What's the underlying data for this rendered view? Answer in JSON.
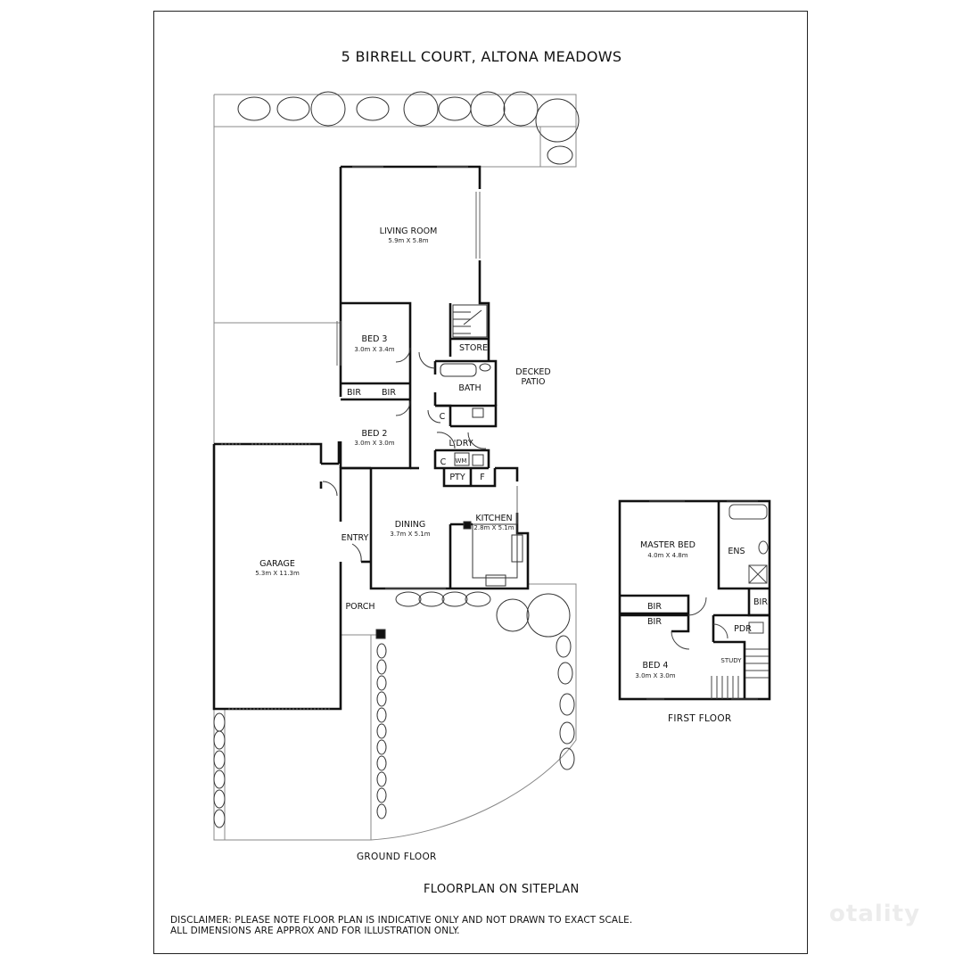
{
  "title": "5 BIRRELL COURT, ALTONA MEADOWS",
  "ground_floor": {
    "caption": "GROUND FLOOR",
    "rooms": {
      "living_room": {
        "name": "LIVING ROOM",
        "size": "5.9m X 5.8m"
      },
      "bed3": {
        "name": "BED 3",
        "size": "3.0m X 3.4m"
      },
      "bed2": {
        "name": "BED 2",
        "size": "3.0m X 3.0m"
      },
      "bir1": "BIR",
      "bir2": "BIR",
      "store": "STORE",
      "bath": "BATH",
      "decked_patio_1": "DECKED",
      "decked_patio_2": "PATIO",
      "c1": "C",
      "c2": "C",
      "laundry": "L'DRY",
      "wm": "WM",
      "pty": "PTY",
      "f": "F",
      "dining": {
        "name": "DINING",
        "size": "3.7m X 5.1m"
      },
      "kitchen": {
        "name": "KITCHEN",
        "size": "2.8m X 5.1m"
      },
      "entry": "ENTRY",
      "garage": {
        "name": "GARAGE",
        "size": "5.3m X 11.3m"
      },
      "porch": "PORCH"
    }
  },
  "first_floor": {
    "caption": "FIRST FLOOR",
    "rooms": {
      "master_bed": {
        "name": "MASTER BED",
        "size": "4.0m X 4.8m"
      },
      "ens": "ENS",
      "bir_a": "BIR",
      "bir_b": "BIR",
      "bir_c": "BIR",
      "pdr": "PDR",
      "study": "STUDY",
      "bed4": {
        "name": "BED 4",
        "size": "3.0m X 3.0m"
      }
    }
  },
  "footer_title": "FLOORPLAN ON SITEPLAN",
  "disclaimer_line1": "DISCLAIMER: PLEASE NOTE FLOOR PLAN IS INDICATIVE ONLY AND NOT DRAWN TO EXACT SCALE.",
  "disclaimer_line2": "ALL DIMENSIONS ARE APPROX AND FOR ILLUSTRATION ONLY.",
  "watermark": "otality",
  "colors": {
    "wall": "#111111",
    "line": "#999999",
    "paper": "#ffffff"
  }
}
